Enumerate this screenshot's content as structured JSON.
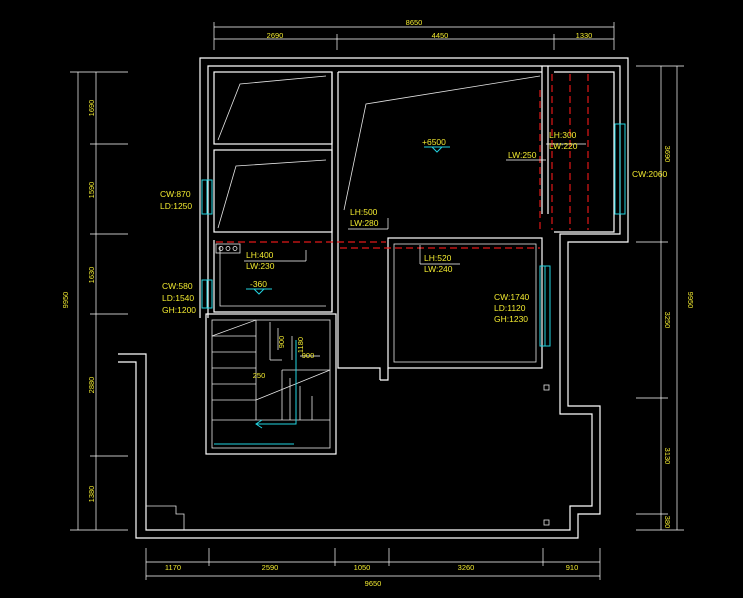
{
  "colors": {
    "background": "#000000",
    "wall": "#ffffff",
    "text": "#f2ea30",
    "beam": "#e01818",
    "window": "#22d3e0"
  },
  "dimensions": {
    "top_total": "8650",
    "top_1": "2690",
    "top_2": "4450",
    "top_3": "1330",
    "bottom_total": "9650",
    "bottom_1": "1170",
    "bottom_2": "2590",
    "bottom_3": "1050",
    "bottom_4": "3260",
    "bottom_5": "910",
    "left_total": "9950",
    "left_1": "1690",
    "left_2": "1590",
    "left_3": "1630",
    "left_4": "2880",
    "left_5": "1380",
    "right_total": "9950",
    "right_1": "3690",
    "right_2": "3250",
    "right_3": "3130",
    "right_4": "380"
  },
  "annotations": {
    "cw870": "CW:870",
    "ld1250": "LD:1250",
    "cw580": "CW:580",
    "ld1540": "LD:1540",
    "gh1200": "GH:1200",
    "lh400": "LH:400",
    "lw230": "LW:230",
    "lh500": "LH:500",
    "lw280": "LW:280",
    "elev6500": "+6500",
    "lw250": "LW:250",
    "lh300": "LH:300",
    "lw220": "LW:220",
    "cw2060": "CW:2060",
    "lh520": "LH:520",
    "lw240": "LW:240",
    "cw1740": "CW:1740",
    "ld1120": "LD:1120",
    "gh1230": "GH:1230",
    "elev360": "-360",
    "stair900a": "900",
    "stair1180": "1180",
    "stair900b": "900",
    "stair250": "250"
  }
}
